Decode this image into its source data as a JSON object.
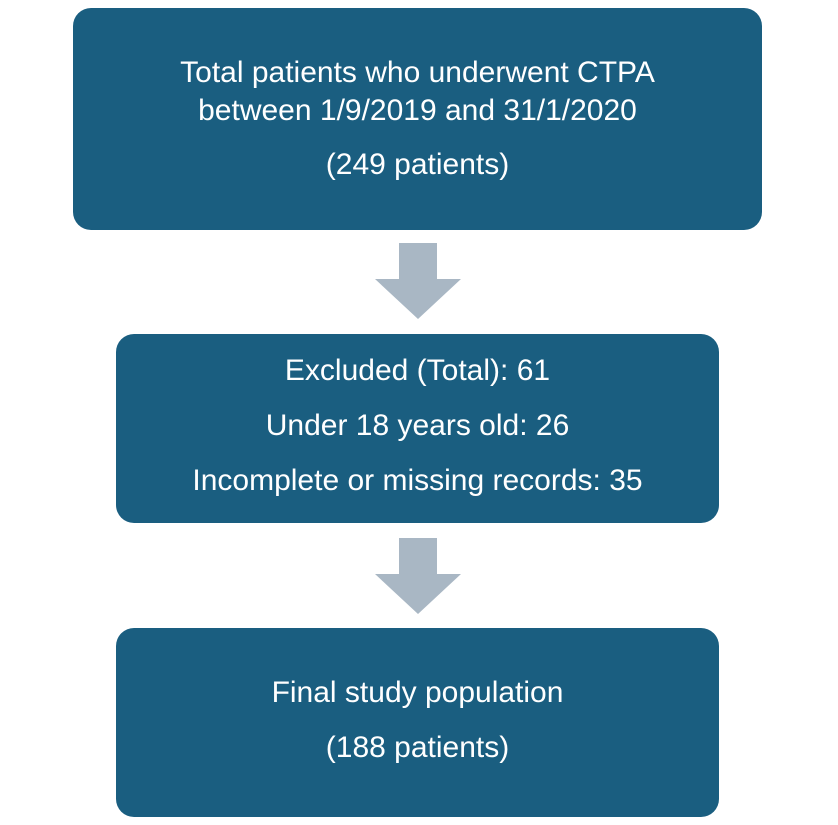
{
  "colors": {
    "box_fill": "#1a5e80",
    "box_text": "#ffffff",
    "arrow_fill": "#a9b7c4"
  },
  "steps": [
    {
      "lines": [
        "Total patients who underwent CTPA",
        "between 1/9/2019 and 31/1/2020",
        "(249 patients)"
      ]
    },
    {
      "lines": [
        "Excluded (Total): 61",
        "Under 18 years old: 26",
        "Incomplete or missing records: 35"
      ]
    },
    {
      "lines": [
        "Final study population",
        "(188 patients)"
      ]
    }
  ],
  "arrows": [
    {
      "icon": "down-arrow-icon"
    },
    {
      "icon": "down-arrow-icon"
    }
  ]
}
